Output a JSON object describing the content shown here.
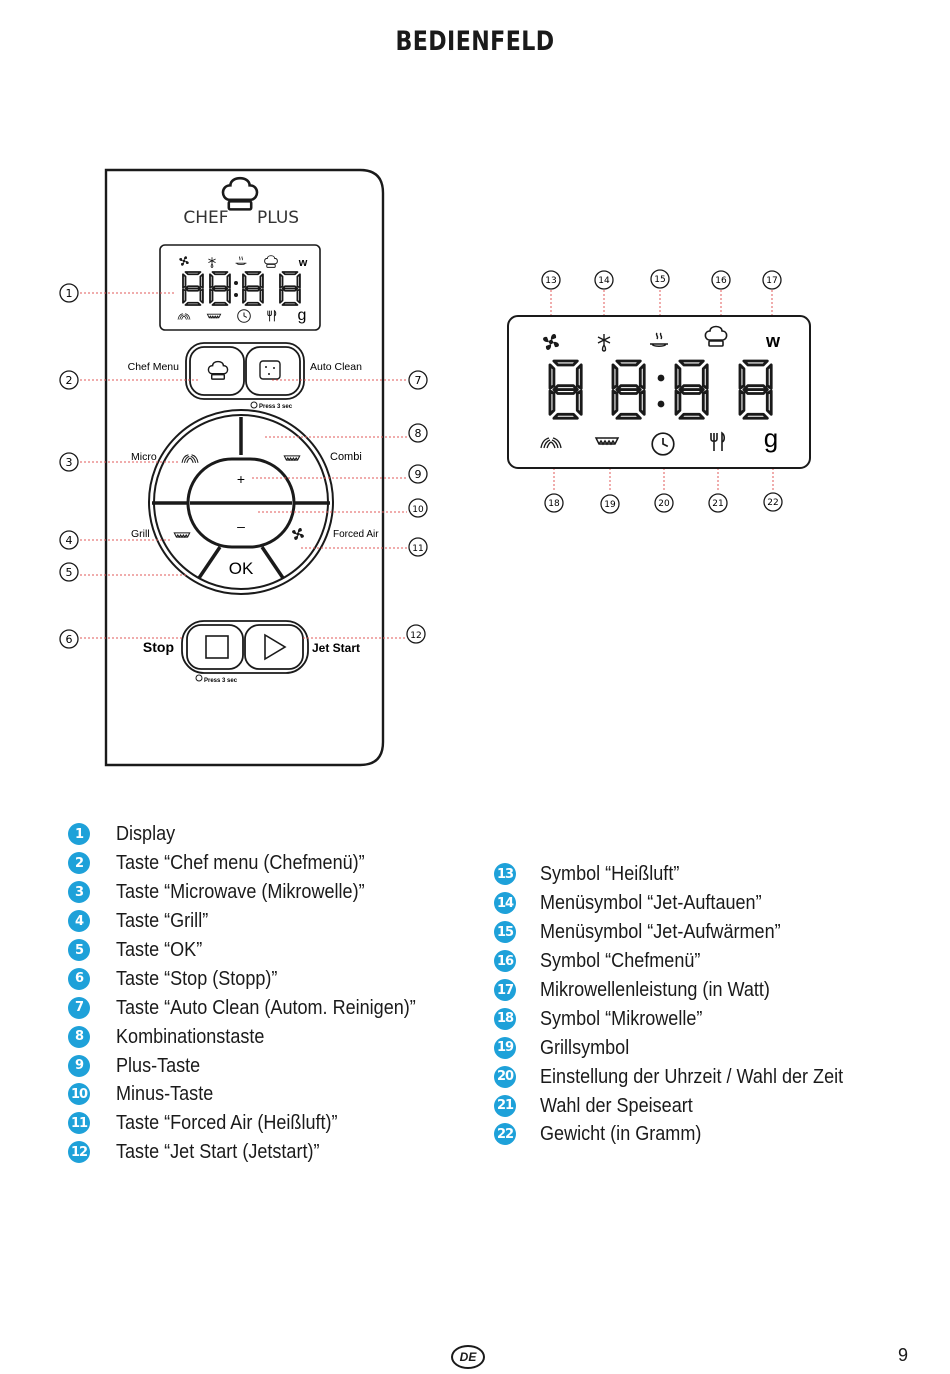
{
  "title": "BEDIENFELD",
  "panel": {
    "brand_left": "CHEF",
    "brand_right": "PLUS",
    "display": {
      "digits": "88:88",
      "watt_unit": "w",
      "gram_unit": "g"
    },
    "button_labels": {
      "chef_menu": "Chef Menu",
      "auto_clean": "Auto Clean",
      "press3_top": "Press 3 sec",
      "micro": "Micro",
      "combi": "Combi",
      "plus": "+",
      "minus": "–",
      "grill": "Grill",
      "forced_air": "Forced Air",
      "ok": "OK",
      "stop": "Stop",
      "jet_start": "Jet Start",
      "press3_bottom": "Press 3 sec"
    },
    "callouts": [
      "1",
      "2",
      "3",
      "4",
      "5",
      "6",
      "7",
      "8",
      "9",
      "10",
      "11",
      "12"
    ]
  },
  "big_display": {
    "digits": "88:88",
    "watt_unit": "w",
    "gram_unit": "g",
    "callouts_top": [
      "13",
      "14",
      "15",
      "16",
      "17"
    ],
    "callouts_bottom": [
      "18",
      "19",
      "20",
      "21",
      "22"
    ]
  },
  "icons": {
    "fan": "fan-icon",
    "defrost": "snowflake-drop-icon",
    "reheat": "steam-plate-icon",
    "chef": "chef-hat-icon",
    "micro": "microwave-waves-icon",
    "grill": "grill-icon",
    "clock": "clock-icon",
    "cutlery": "cutlery-icon"
  },
  "legend_left": [
    {
      "num": "1",
      "text": "Display"
    },
    {
      "num": "2",
      "text": "Taste “Chef menu (Chefmenü)”"
    },
    {
      "num": "3",
      "text": "Taste “Microwave (Mikrowelle)”"
    },
    {
      "num": "4",
      "text": "Taste “Grill”"
    },
    {
      "num": "5",
      "text": "Taste “OK”"
    },
    {
      "num": "6",
      "text": "Taste “Stop (Stopp)”"
    },
    {
      "num": "7",
      "text": "Taste “Auto Clean (Autom. Reinigen)”"
    },
    {
      "num": "8",
      "text": "Kombinationstaste"
    },
    {
      "num": "9",
      "text": "Plus-Taste"
    },
    {
      "num": "10",
      "text": "Minus-Taste"
    },
    {
      "num": "11",
      "text": "Taste “Forced Air (Heißluft)”"
    },
    {
      "num": "12",
      "text": "Taste “Jet Start (Jetstart)”"
    }
  ],
  "legend_right": [
    {
      "num": "13",
      "text": "Symbol “Heißluft”"
    },
    {
      "num": "14",
      "text": "Menüsymbol “Jet-Auftauen”"
    },
    {
      "num": "15",
      "text": "Menüsymbol “Jet-Aufwärmen”"
    },
    {
      "num": "16",
      "text": "Symbol “Chefmenü”"
    },
    {
      "num": "17",
      "text": "Mikrowellenleistung (in Watt)"
    },
    {
      "num": "18",
      "text": "Symbol “Mikrowelle”"
    },
    {
      "num": "19",
      "text": "Grillsymbol"
    },
    {
      "num": "20",
      "text": "Einstellung der Uhrzeit / Wahl der Zeit"
    },
    {
      "num": "21",
      "text": "Wahl der Speiseart"
    },
    {
      "num": "22",
      "text": "Gewicht (in Gramm)"
    }
  ],
  "footer": {
    "language": "DE",
    "page": "9"
  },
  "colors": {
    "accent": "#1ea1d9",
    "leader": "#e05a5a",
    "ink": "#1a1a1a"
  }
}
